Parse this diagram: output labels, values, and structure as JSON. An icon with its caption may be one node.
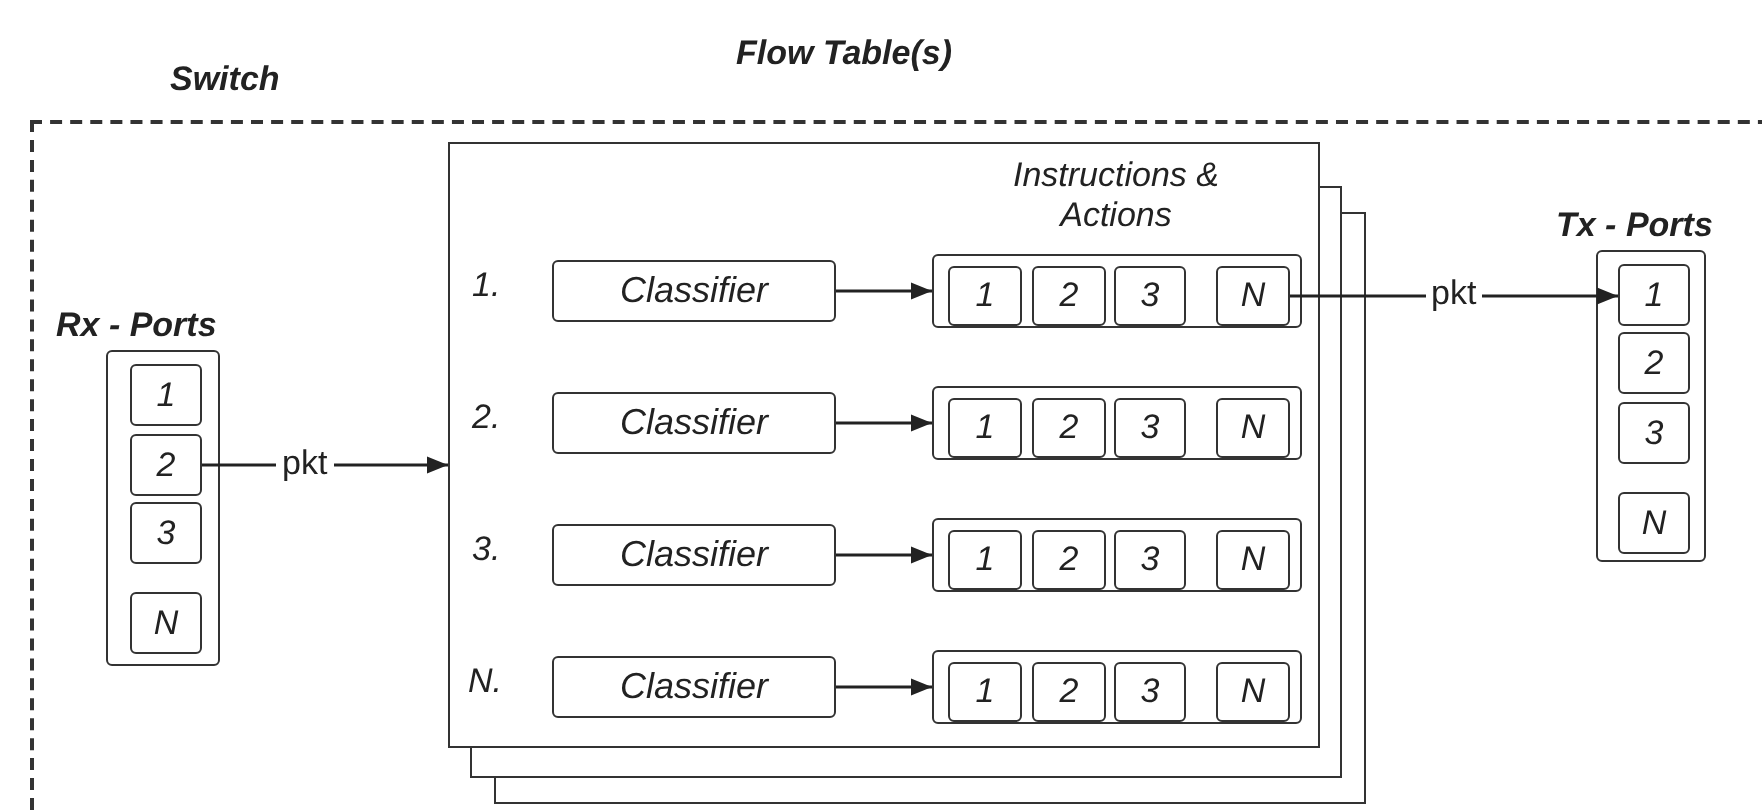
{
  "diagram": {
    "nodes": [
      {
        "text": [
          "Switch"
        ]
      },
      {
        "text": [
          "Rx - Ports"
        ],
        "in": 0
      },
      {
        "text": [
          "1"
        ],
        "in": 1
      },
      {
        "text": [
          "2"
        ],
        "in": 1
      },
      {
        "text": [
          "3"
        ],
        "in": 1
      },
      {
        "text": [
          "N"
        ],
        "in": 1
      },
      {
        "text": [
          "Flow Table(s)"
        ],
        "in": 0
      },
      {
        "text": [
          "Classifier"
        ],
        "in": 6
      },
      {
        "text": [],
        "shape": "box",
        "in": 6
      },
      {
        "text": [
          "1"
        ],
        "in": 8
      },
      {
        "text": [
          "2"
        ],
        "in": 8
      },
      {
        "text": [
          "3"
        ],
        "in": 8
      },
      {
        "text": [
          "N"
        ],
        "in": 8
      },
      {
        "text": [
          "Classifier"
        ],
        "in": 6
      },
      {
        "text": [],
        "shape": "box",
        "in": 6
      },
      {
        "text": [
          "1"
        ],
        "in": 14
      },
      {
        "text": [
          "2"
        ],
        "in": 14
      },
      {
        "text": [
          "3"
        ],
        "in": 14
      },
      {
        "text": [
          "N"
        ],
        "in": 14
      },
      {
        "text": [
          "Classifier"
        ],
        "in": 6
      },
      {
        "text": [],
        "shape": "box",
        "in": 6
      },
      {
        "text": [
          "1"
        ],
        "in": 20
      },
      {
        "text": [
          "2"
        ],
        "in": 20
      },
      {
        "text": [
          "3"
        ],
        "in": 20
      },
      {
        "text": [
          "N"
        ],
        "in": 20
      },
      {
        "text": [
          "Classifier"
        ],
        "in": 6
      },
      {
        "text": [],
        "shape": "box",
        "in": 6
      },
      {
        "text": [
          "1"
        ],
        "in": 26
      },
      {
        "text": [
          "2"
        ],
        "in": 26
      },
      {
        "text": [
          "3"
        ],
        "in": 26
      },
      {
        "text": [
          "N"
        ],
        "in": 26
      },
      {
        "text": [
          "Tx - Ports"
        ],
        "in": 0
      },
      {
        "text": [
          "1"
        ],
        "in": 31
      },
      {
        "text": [
          "2"
        ],
        "in": 31
      },
      {
        "text": [
          "3"
        ],
        "in": 31
      },
      {
        "text": [
          "N"
        ],
        "in": 31
      }
    ],
    "edges": [
      {
        "from": 3,
        "to": 6,
        "arrow": "to",
        "label": "pkt"
      },
      {
        "from": 7,
        "to": 8,
        "arrow": "to"
      },
      {
        "from": 13,
        "to": 14,
        "arrow": "to"
      },
      {
        "from": 19,
        "to": 20,
        "arrow": "to"
      },
      {
        "from": 25,
        "to": 26,
        "arrow": "to"
      },
      {
        "from": 12,
        "to": 32,
        "arrow": "to",
        "label": "pkt"
      }
    ],
    "labels": [
      "Instructions & Actions",
      "1.",
      "2.",
      "3.",
      "N."
    ]
  }
}
